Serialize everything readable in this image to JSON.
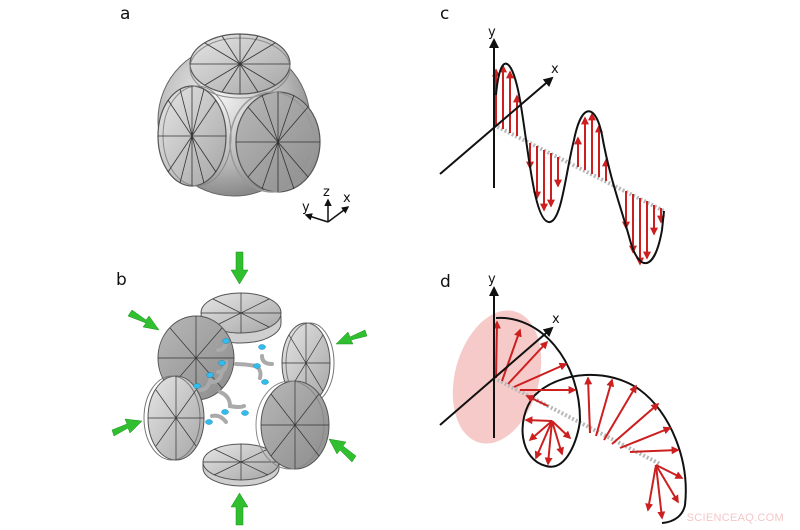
{
  "panels": {
    "a": {
      "label": "a",
      "description": "Assembled spherical metamaterial of six segmented disks",
      "axes": {
        "z": "z",
        "y": "y",
        "x": "x"
      }
    },
    "b": {
      "label": "b",
      "description": "Exploded view of six segmented disks with blue-capped connectors, green arrows pointing inward"
    },
    "c": {
      "label": "c",
      "description": "Linearly polarized wave: red field arrows along a sine wave",
      "axes": {
        "y": "y",
        "x": "x"
      }
    },
    "d": {
      "label": "d",
      "description": "Circularly/elliptically polarized wave: rotating red field vectors along helix",
      "axes": {
        "y": "y",
        "x": "x"
      }
    }
  },
  "colors": {
    "disk_light": "#d9d9d9",
    "disk_dark": "#9a9a9a",
    "arrow_red": "#cc1f1f",
    "arrow_green": "#2fbf2f",
    "connector_cap": "#33bbee",
    "ellipse_pink": "#f4b8b8",
    "watermark": "#f3c7c7"
  },
  "watermark": "SCIENCEAQ.COM"
}
